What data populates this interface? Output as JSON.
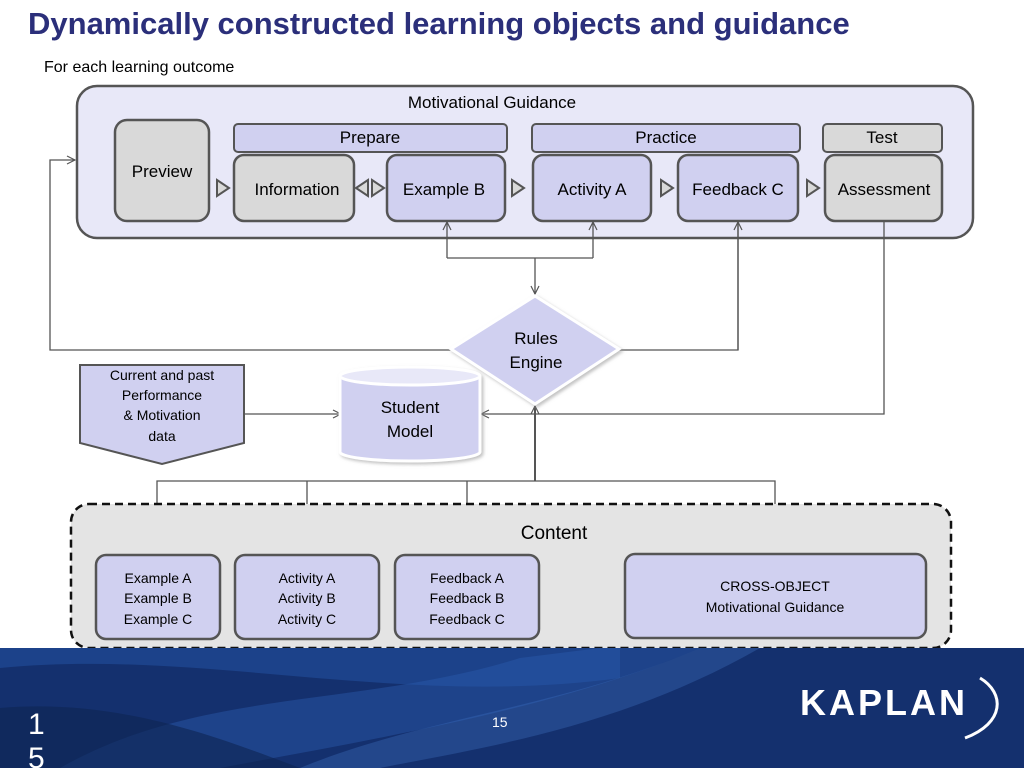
{
  "header": {
    "title": "Dynamically constructed learning objects and guidance",
    "subtitle": "For each learning outcome"
  },
  "guidance_box": {
    "label": "Motivational Guidance"
  },
  "stages": {
    "prepare": "Prepare",
    "practice": "Practice",
    "test": "Test"
  },
  "nodes": {
    "preview": "Preview",
    "information": "Information",
    "example_b": "Example B",
    "activity_a": "Activity A",
    "feedback_c": "Feedback C",
    "assessment": "Assessment"
  },
  "rules_engine": {
    "line1": "Rules",
    "line2": "Engine"
  },
  "student_model": {
    "line1": "Student",
    "line2": "Model"
  },
  "performance_data": {
    "line1": "Current and past",
    "line2": "Performance",
    "line3": "& Motivation",
    "line4": "data"
  },
  "content": {
    "label": "Content",
    "examples": [
      "Example A",
      "Example B",
      "Example C"
    ],
    "activities": [
      "Activity A",
      "Activity B",
      "Activity C"
    ],
    "feedbacks": [
      "Feedback A",
      "Feedback B",
      "Feedback C"
    ],
    "cross_object": {
      "line1": "CROSS-OBJECT",
      "line2": "Motivational Guidance"
    }
  },
  "footer": {
    "logo_text": "KAPLAN",
    "page_number": "15",
    "slide_number": "15"
  },
  "colors": {
    "title": "#2b2f7a",
    "lavender": "#d0d0f0",
    "light_lavender": "#e8e8f8",
    "gray_node": "#d9d9d9",
    "footer_bg": "#14306e"
  }
}
